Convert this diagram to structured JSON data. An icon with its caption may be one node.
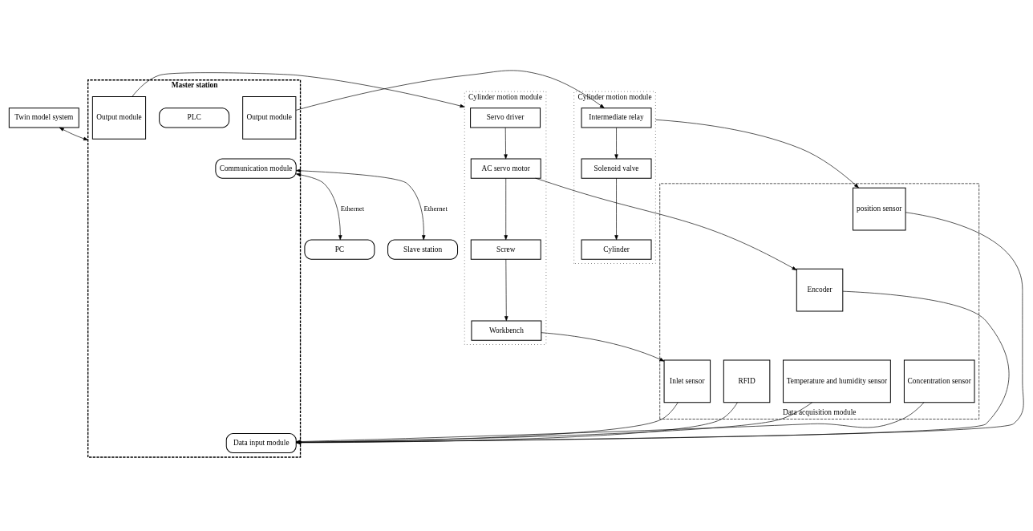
{
  "diagram": {
    "nodes": [
      {
        "text": [
          "Twin model system"
        ]
      },
      {
        "text": [
          "Master station"
        ]
      },
      {
        "text": [
          "Slave station"
        ]
      },
      {
        "text": [
          "PC"
        ]
      },
      {
        "text": [
          "Communication module"
        ],
        "in": 1
      },
      {
        "text": [
          "Output module"
        ],
        "in": 1
      },
      {
        "text": [
          "PLC"
        ],
        "in": 1
      },
      {
        "text": [
          "Data input module"
        ],
        "in": 1
      },
      {
        "text": [
          "Output module"
        ],
        "in": 1
      },
      {
        "text": [
          "Cylinder motion module"
        ]
      },
      {
        "text": [
          "Intermediate relay"
        ],
        "in": 9
      },
      {
        "text": [
          "Solenoid valve"
        ],
        "in": 9
      },
      {
        "text": [
          "Cylinder"
        ],
        "in": 9
      },
      {
        "text": [
          "Cylinder motion module"
        ]
      },
      {
        "text": [
          "Servo driver"
        ],
        "in": 13
      },
      {
        "text": [
          "AC servo motor"
        ],
        "in": 13
      },
      {
        "text": [
          "Screw"
        ],
        "in": 13
      },
      {
        "text": [
          "Workbench"
        ],
        "in": 13
      },
      {
        "text": [
          "Data acquisition module"
        ]
      },
      {
        "text": [
          "position sensor"
        ],
        "in": 18
      },
      {
        "text": [
          "RFID"
        ],
        "in": 18
      },
      {
        "text": [
          "Temperature and humidity sensor"
        ],
        "in": 18
      },
      {
        "text": [
          "Concentration sensor"
        ],
        "in": 18
      },
      {
        "text": [
          "Inlet sensor"
        ],
        "in": 18
      },
      {
        "text": [
          "Encoder"
        ],
        "in": 18
      }
    ],
    "edges": [
      {
        "from": 0,
        "to": 1,
        "arrow": "both"
      },
      {
        "from": 2,
        "to": 4,
        "arrow": "both",
        "label": "Ethernet"
      },
      {
        "from": 4,
        "to": 3,
        "arrow": "both",
        "label": "Ethernet"
      },
      {
        "from": 5,
        "to": 10,
        "arrow": "to"
      },
      {
        "from": 8,
        "to": 13,
        "arrow": "to"
      },
      {
        "from": 10,
        "to": 11,
        "arrow": "to"
      },
      {
        "from": 11,
        "to": 12,
        "arrow": "to"
      },
      {
        "from": 14,
        "to": 15,
        "arrow": "to"
      },
      {
        "from": 15,
        "to": 16,
        "arrow": "to"
      },
      {
        "from": 16,
        "to": 17,
        "arrow": "to"
      },
      {
        "from": 9,
        "to": 19,
        "arrow": "to"
      },
      {
        "from": 17,
        "to": 23,
        "arrow": "to"
      },
      {
        "from": 15,
        "to": 24,
        "arrow": "to"
      },
      {
        "from": 19,
        "to": 7,
        "arrow": "to"
      },
      {
        "from": 20,
        "to": 7,
        "arrow": "to"
      },
      {
        "from": 21,
        "to": 7,
        "arrow": "to"
      },
      {
        "from": 22,
        "to": 7,
        "arrow": "to"
      },
      {
        "from": 23,
        "to": 7,
        "arrow": "to"
      },
      {
        "from": 24,
        "to": 7,
        "arrow": "to"
      }
    ]
  }
}
